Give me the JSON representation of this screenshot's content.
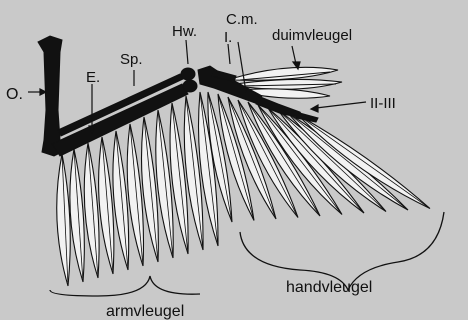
{
  "labels": {
    "humerus": "O.",
    "ulna": "E.",
    "radius": "Sp.",
    "wrist": "Hw.",
    "carpometacarpus": "C.m.",
    "digit_1": "I.",
    "alula": "duimvleugel",
    "digits_2_3": "II-III",
    "arm_wing": "armvleugel",
    "hand_wing": "handvleugel"
  }
}
